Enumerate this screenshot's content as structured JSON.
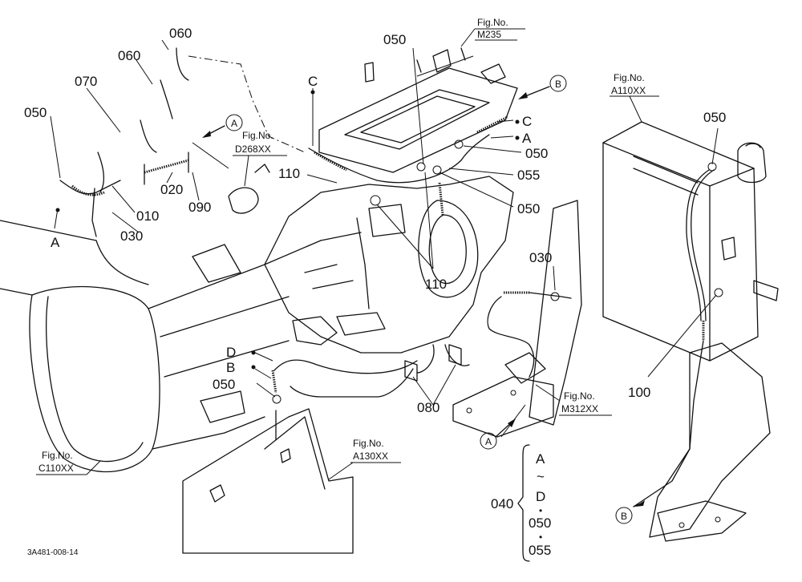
{
  "part_labels": {
    "p060a": "060",
    "p060b": "060",
    "p070": "070",
    "p050_left": "050",
    "p020": "020",
    "p010": "010",
    "p090": "090",
    "p030_left": "030",
    "p050_top": "050",
    "p050_mid": "050",
    "p055": "055",
    "p050_right": "050",
    "p110_left": "110",
    "p110_mid": "110",
    "p050_tank": "050",
    "p030_mid": "030",
    "p100": "100",
    "p080": "080",
    "p050_bottom": "050",
    "p040": "040"
  },
  "letter_labels": {
    "c_top": "C",
    "c_right": "C",
    "a_right": "A",
    "a_left": "A",
    "d_left": "D",
    "b_left": "B"
  },
  "circled_refs": {
    "a_top": "A",
    "b_top": "B",
    "a_bottom": "A",
    "b_bottom": "B"
  },
  "fig_refs": [
    {
      "caption": "Fig.No.",
      "code": "M235"
    },
    {
      "caption": "Fig.No.",
      "code": "A110XX"
    },
    {
      "caption": "Fig.No.",
      "code": "D268XX"
    },
    {
      "caption": "Fig.No.",
      "code": "M312XX"
    },
    {
      "caption": "Fig.No.",
      "code": "A130XX"
    },
    {
      "caption": "Fig.No.",
      "code": "C110XX"
    }
  ],
  "legend_040": {
    "label": "040",
    "items": [
      "A",
      "~",
      "D",
      "•",
      "050",
      "•",
      "055"
    ]
  },
  "drawing_number": "3A481-008-14"
}
